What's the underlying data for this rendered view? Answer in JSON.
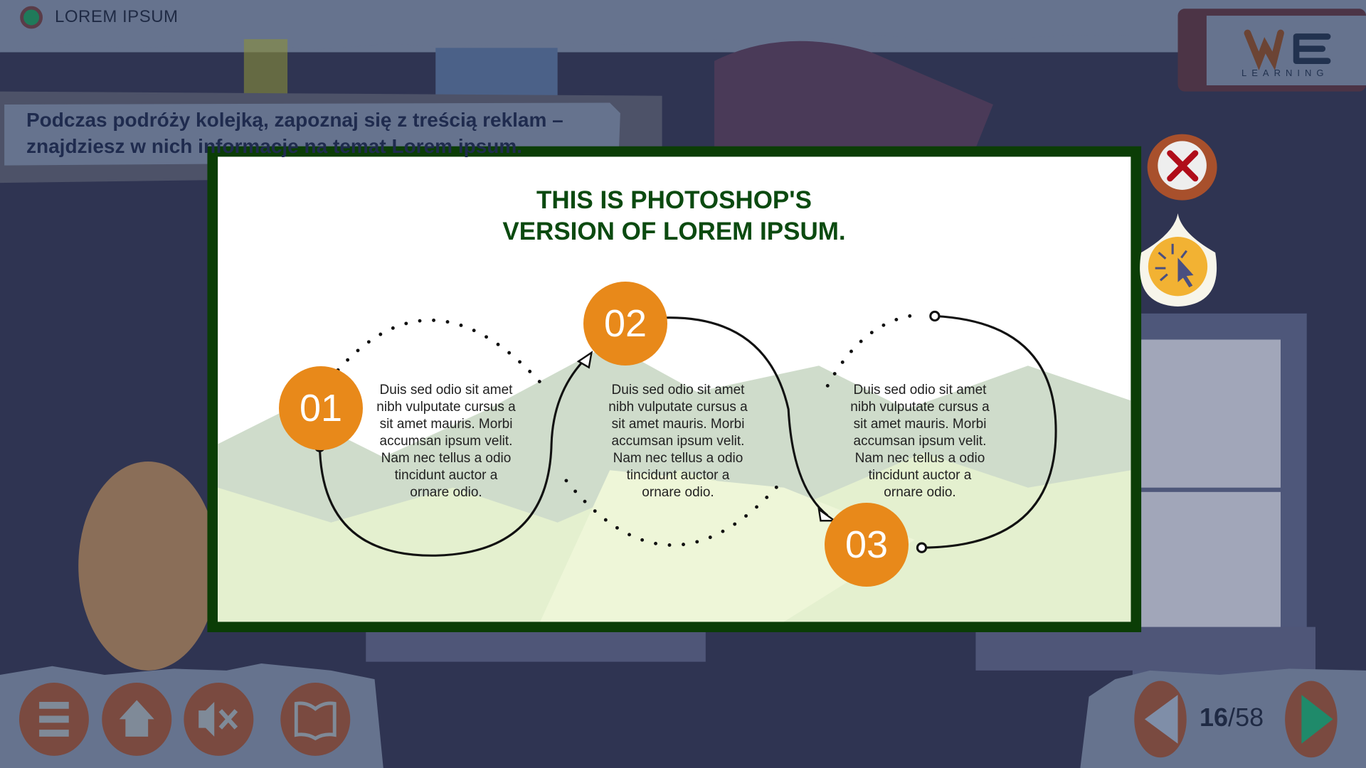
{
  "header": {
    "title": "LOREM IPSUM"
  },
  "instruction": {
    "line1": "Podczas podróży kolejką, zapoznaj się z treścią reklam –",
    "line2": "znajdziesz w nich informacje na temat Lorem ipsum."
  },
  "logo": {
    "brand": "WE",
    "subtitle": "LEARNING"
  },
  "modal": {
    "title_line1": "THIS IS PHOTOSHOP'S",
    "title_line2": "VERSION  OF LOREM IPSUM.",
    "steps": [
      {
        "number": "01",
        "lines": [
          "Duis sed odio sit amet",
          "nibh vulputate cursus a",
          "sit amet mauris. Morbi",
          "accumsan ipsum velit.",
          "Nam nec tellus a odio",
          "tincidunt auctor a",
          "ornare odio."
        ]
      },
      {
        "number": "02",
        "lines": [
          "Duis sed odio sit amet",
          "nibh vulputate cursus a",
          "sit amet mauris. Morbi",
          "accumsan ipsum velit.",
          "Nam nec tellus a odio",
          "tincidunt auctor a",
          "ornare odio."
        ]
      },
      {
        "number": "03",
        "lines": [
          "Duis sed odio sit amet",
          "nibh vulputate cursus a",
          "sit amet mauris. Morbi",
          "accumsan ipsum velit.",
          "Nam nec tellus a odio",
          "tincidunt auctor a",
          "ornare odio."
        ]
      }
    ]
  },
  "pager": {
    "current": "16",
    "separator": "/",
    "total": "58"
  },
  "icons": {
    "close": "close-x-icon",
    "hint": "pointer-click-icon",
    "menu": "menu-icon",
    "home": "home-icon",
    "mute": "mute-icon",
    "book": "book-icon",
    "prev": "prev-arrow-icon",
    "next": "next-arrow-icon"
  },
  "colors": {
    "accent": "#e8891a",
    "frame": "#0b3d06",
    "title": "#0b4a10",
    "close": "#b00d1a"
  }
}
